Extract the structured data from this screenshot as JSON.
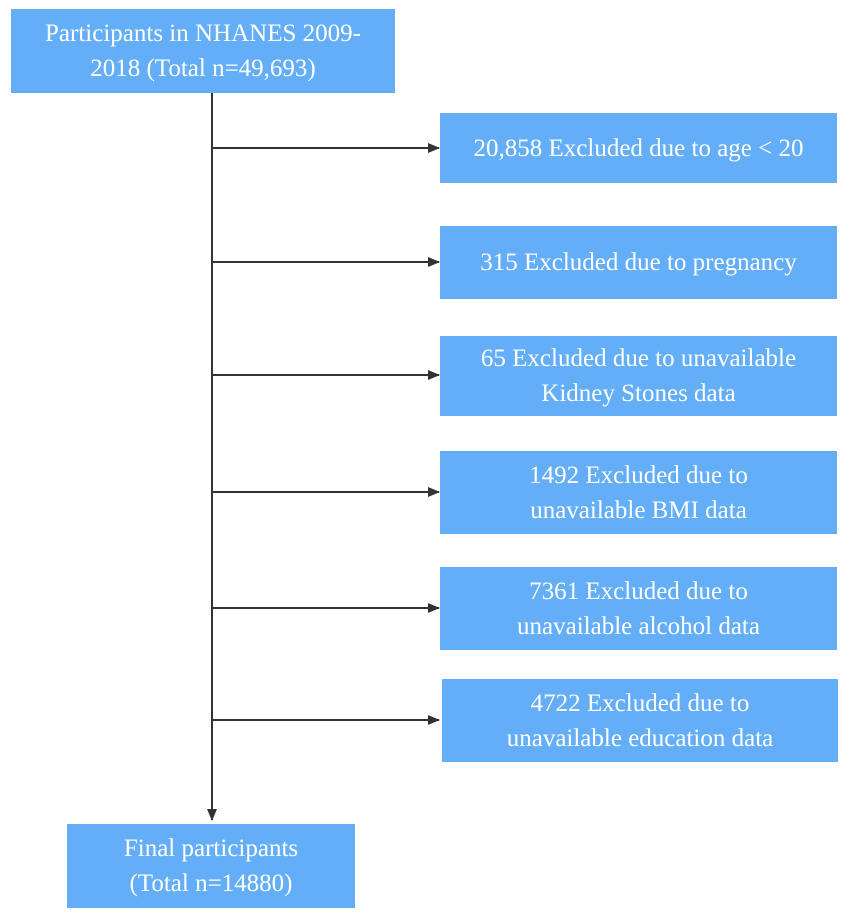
{
  "flowchart": {
    "start_box": {
      "line1": "Participants in NHANES 2009-",
      "line2": "2018 (Total n=49,693)"
    },
    "exclusions": [
      {
        "line1": "20,858 Excluded due to age < 20",
        "line2": ""
      },
      {
        "line1": "315 Excluded due to pregnancy",
        "line2": ""
      },
      {
        "line1": "65 Excluded due to unavailable",
        "line2": "Kidney Stones data"
      },
      {
        "line1": "1492 Excluded due to",
        "line2": "unavailable BMI data"
      },
      {
        "line1": "7361 Excluded due to",
        "line2": "unavailable alcohol data"
      },
      {
        "line1": "4722 Excluded due to",
        "line2": "unavailable education data"
      }
    ],
    "final_box": {
      "line1": "Final participants",
      "line2": "(Total n=14880)"
    },
    "colors": {
      "box_fill": "#63aef7",
      "box_text": "#ffffff",
      "arrow": "#333333"
    }
  }
}
